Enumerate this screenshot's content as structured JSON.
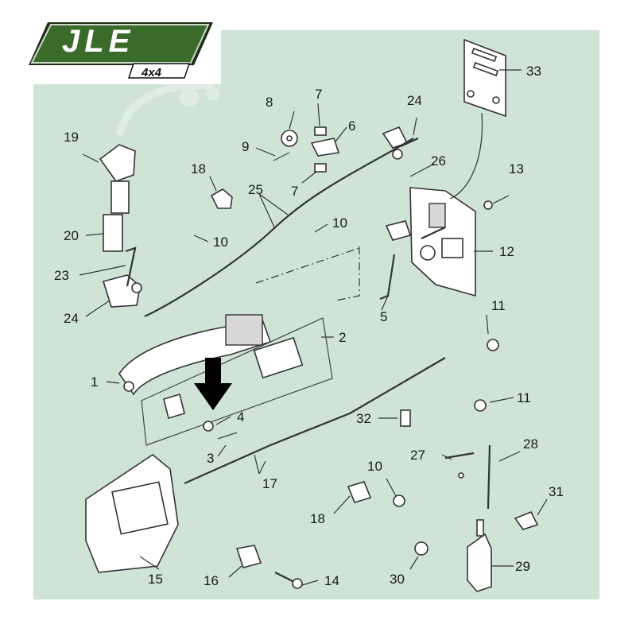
{
  "logo": {
    "text": "JLE",
    "subtext": "4x4",
    "colors": {
      "green": "#3b6b2a",
      "dark": "#1d2e16"
    }
  },
  "diagram": {
    "background": "#cfe3d7",
    "highlight_arrow": {
      "points_to_callout": "4"
    },
    "callouts": [
      "1",
      "2",
      "3",
      "4",
      "5",
      "6",
      "7",
      "7",
      "8",
      "9",
      "10",
      "10",
      "10",
      "11",
      "11",
      "12",
      "13",
      "14",
      "15",
      "16",
      "17",
      "18",
      "18",
      "19",
      "20",
      "23",
      "24",
      "24",
      "25",
      "26",
      "27",
      "28",
      "29",
      "30",
      "31",
      "32",
      "33"
    ]
  }
}
